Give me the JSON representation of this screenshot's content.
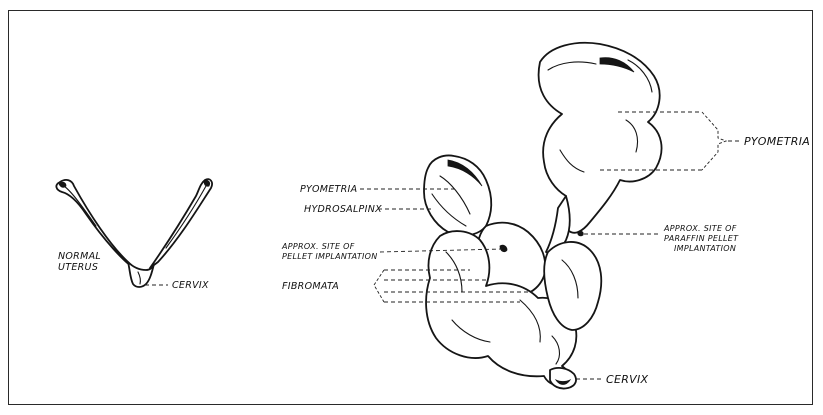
{
  "colors": {
    "ink": "#151515",
    "paper": "#ffffff"
  },
  "labels": {
    "normal_uterus_line1": "NORMAL",
    "normal_uterus_line2": "UTERUS",
    "cervix_normal": "CERVIX",
    "pyometria_top": "PYOMETRIA",
    "pyometria_left": "PYOMETRIA",
    "hydrosalpinx": "HYDROSALPINX",
    "pellet_site_line1": "APPROX. SITE OF",
    "pellet_site_line2": "PELLET IMPLANTATION",
    "paraffin_site_line1": "APPROX. SITE OF",
    "paraffin_site_line2": "PARAFFIN PELLET",
    "paraffin_site_line3": "IMPLANTATION",
    "fibromata": "FIBROMATA",
    "cervix_large": "CERVIX"
  }
}
